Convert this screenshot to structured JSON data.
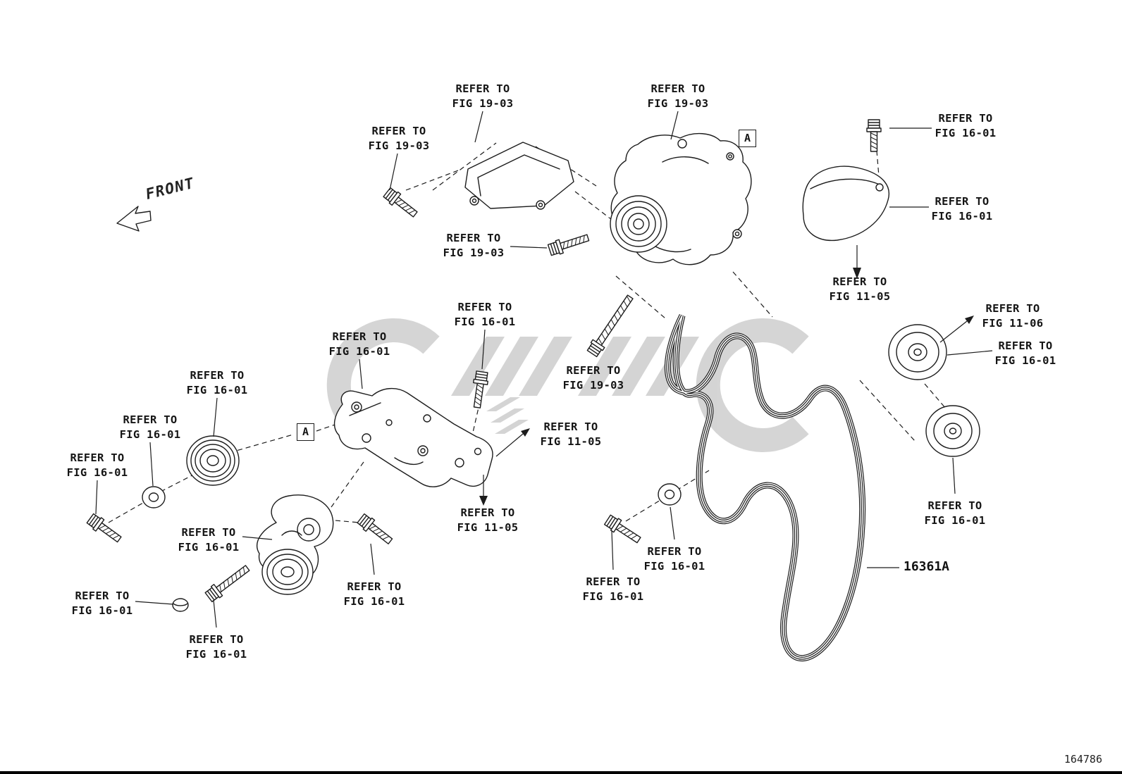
{
  "diagram": {
    "front_label": "FRONT",
    "section_marker": "A",
    "part_number": "16361A",
    "doc_number": "164786"
  },
  "labels": [
    {
      "text": "REFER TO\nFIG 19-03"
    },
    {
      "text": "REFER TO\nFIG 19-03"
    },
    {
      "text": "REFER TO\nFIG 19-03"
    },
    {
      "text": "REFER TO\nFIG 16-01"
    },
    {
      "text": "REFER TO\nFIG 16-01"
    },
    {
      "text": "REFER TO\nFIG 11-05"
    },
    {
      "text": "REFER TO\nFIG 19-03"
    },
    {
      "text": "REFER TO\nFIG 16-01"
    },
    {
      "text": "REFER TO\nFIG 16-01"
    },
    {
      "text": "REFER TO\nFIG 16-01"
    },
    {
      "text": "REFER TO\nFIG 16-01"
    },
    {
      "text": "REFER TO\nFIG 16-01"
    },
    {
      "text": "REFER TO\nFIG 19-03"
    },
    {
      "text": "REFER TO\nFIG 11-05"
    },
    {
      "text": "REFER TO\nFIG 11-05"
    },
    {
      "text": "REFER TO\nFIG 16-01"
    },
    {
      "text": "REFER TO\nFIG 16-01"
    },
    {
      "text": "REFER TO\nFIG 16-01"
    },
    {
      "text": "REFER TO\nFIG 16-01"
    },
    {
      "text": "REFER TO\nFIG 16-01"
    },
    {
      "text": "REFER TO\nFIG 16-01"
    },
    {
      "text": "REFER TO\nFIG 11-06"
    },
    {
      "text": "REFER TO\nFIG 16-01"
    },
    {
      "text": "REFER TO\nFIG 16-01"
    }
  ]
}
